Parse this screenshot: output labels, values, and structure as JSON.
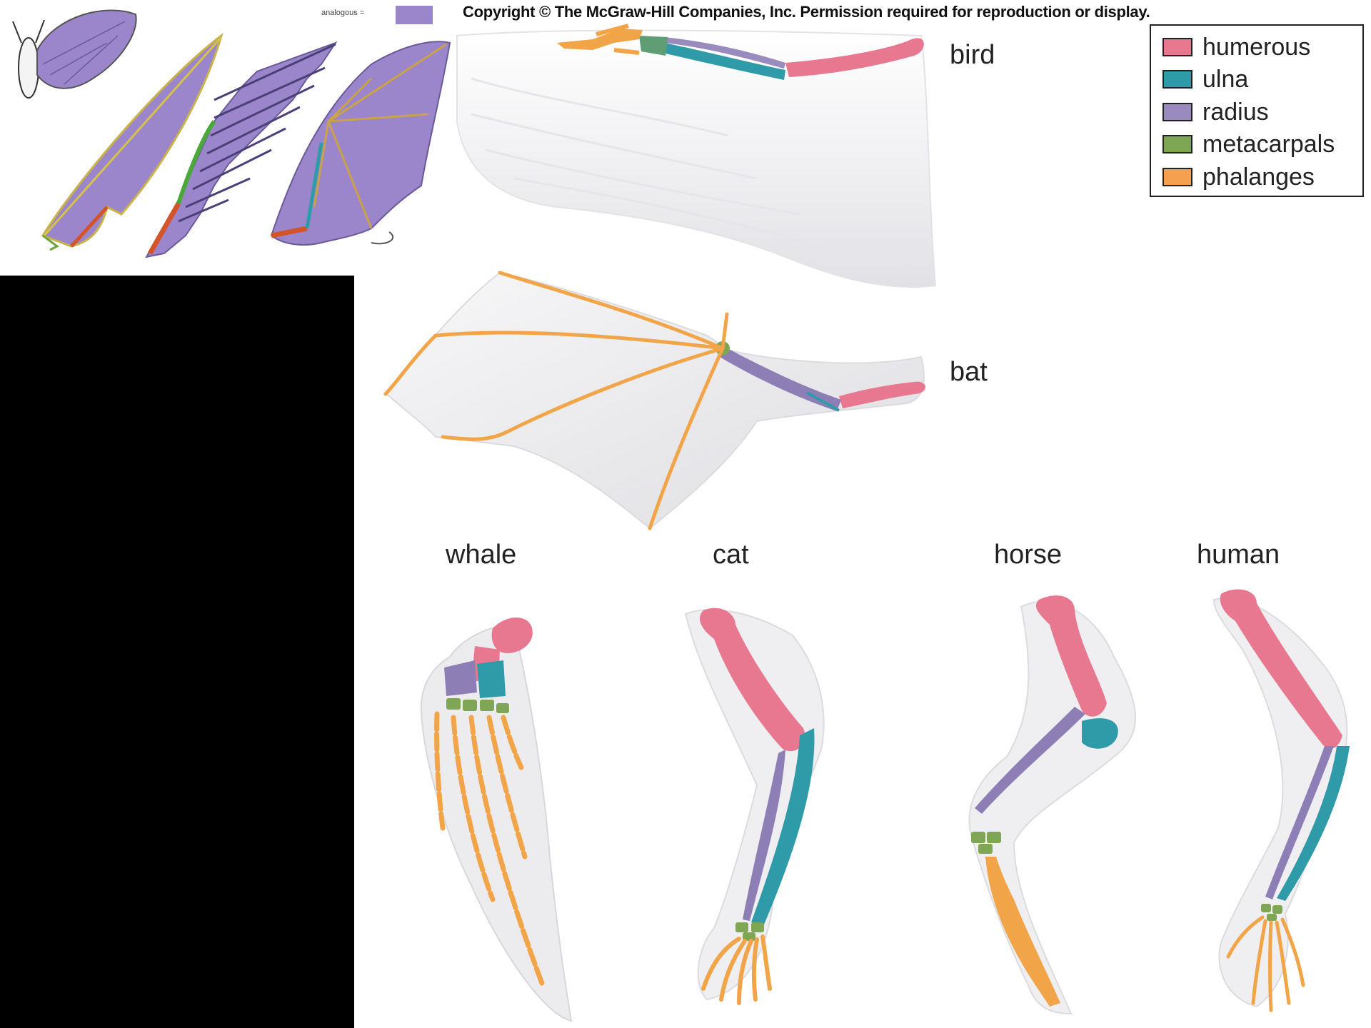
{
  "header": {
    "copyright": "Copyright © The McGraw-Hill Companies, Inc. Permission required for reproduction or display.",
    "analogous_label": "analogous ="
  },
  "labels": {
    "bird": "bird",
    "bat": "bat",
    "whale": "whale",
    "cat": "cat",
    "horse": "horse",
    "human": "human"
  },
  "legend": {
    "items": [
      {
        "label": "humerous",
        "color": "#e8788f"
      },
      {
        "label": "ulna",
        "color": "#2f9aa8"
      },
      {
        "label": "radius",
        "color": "#9a8bbf"
      },
      {
        "label": "metacarpals",
        "color": "#7fa654"
      },
      {
        "label": "phalanges",
        "color": "#f5a04e"
      }
    ]
  },
  "colors": {
    "humerus": "#e8788f",
    "ulna": "#2f9aa8",
    "radius": "#8e7eb6",
    "metacarpals": "#7fa654",
    "phalanges": "#f2a548",
    "wing_purple": "#9b86cc",
    "membrane": "#eeeeef"
  }
}
